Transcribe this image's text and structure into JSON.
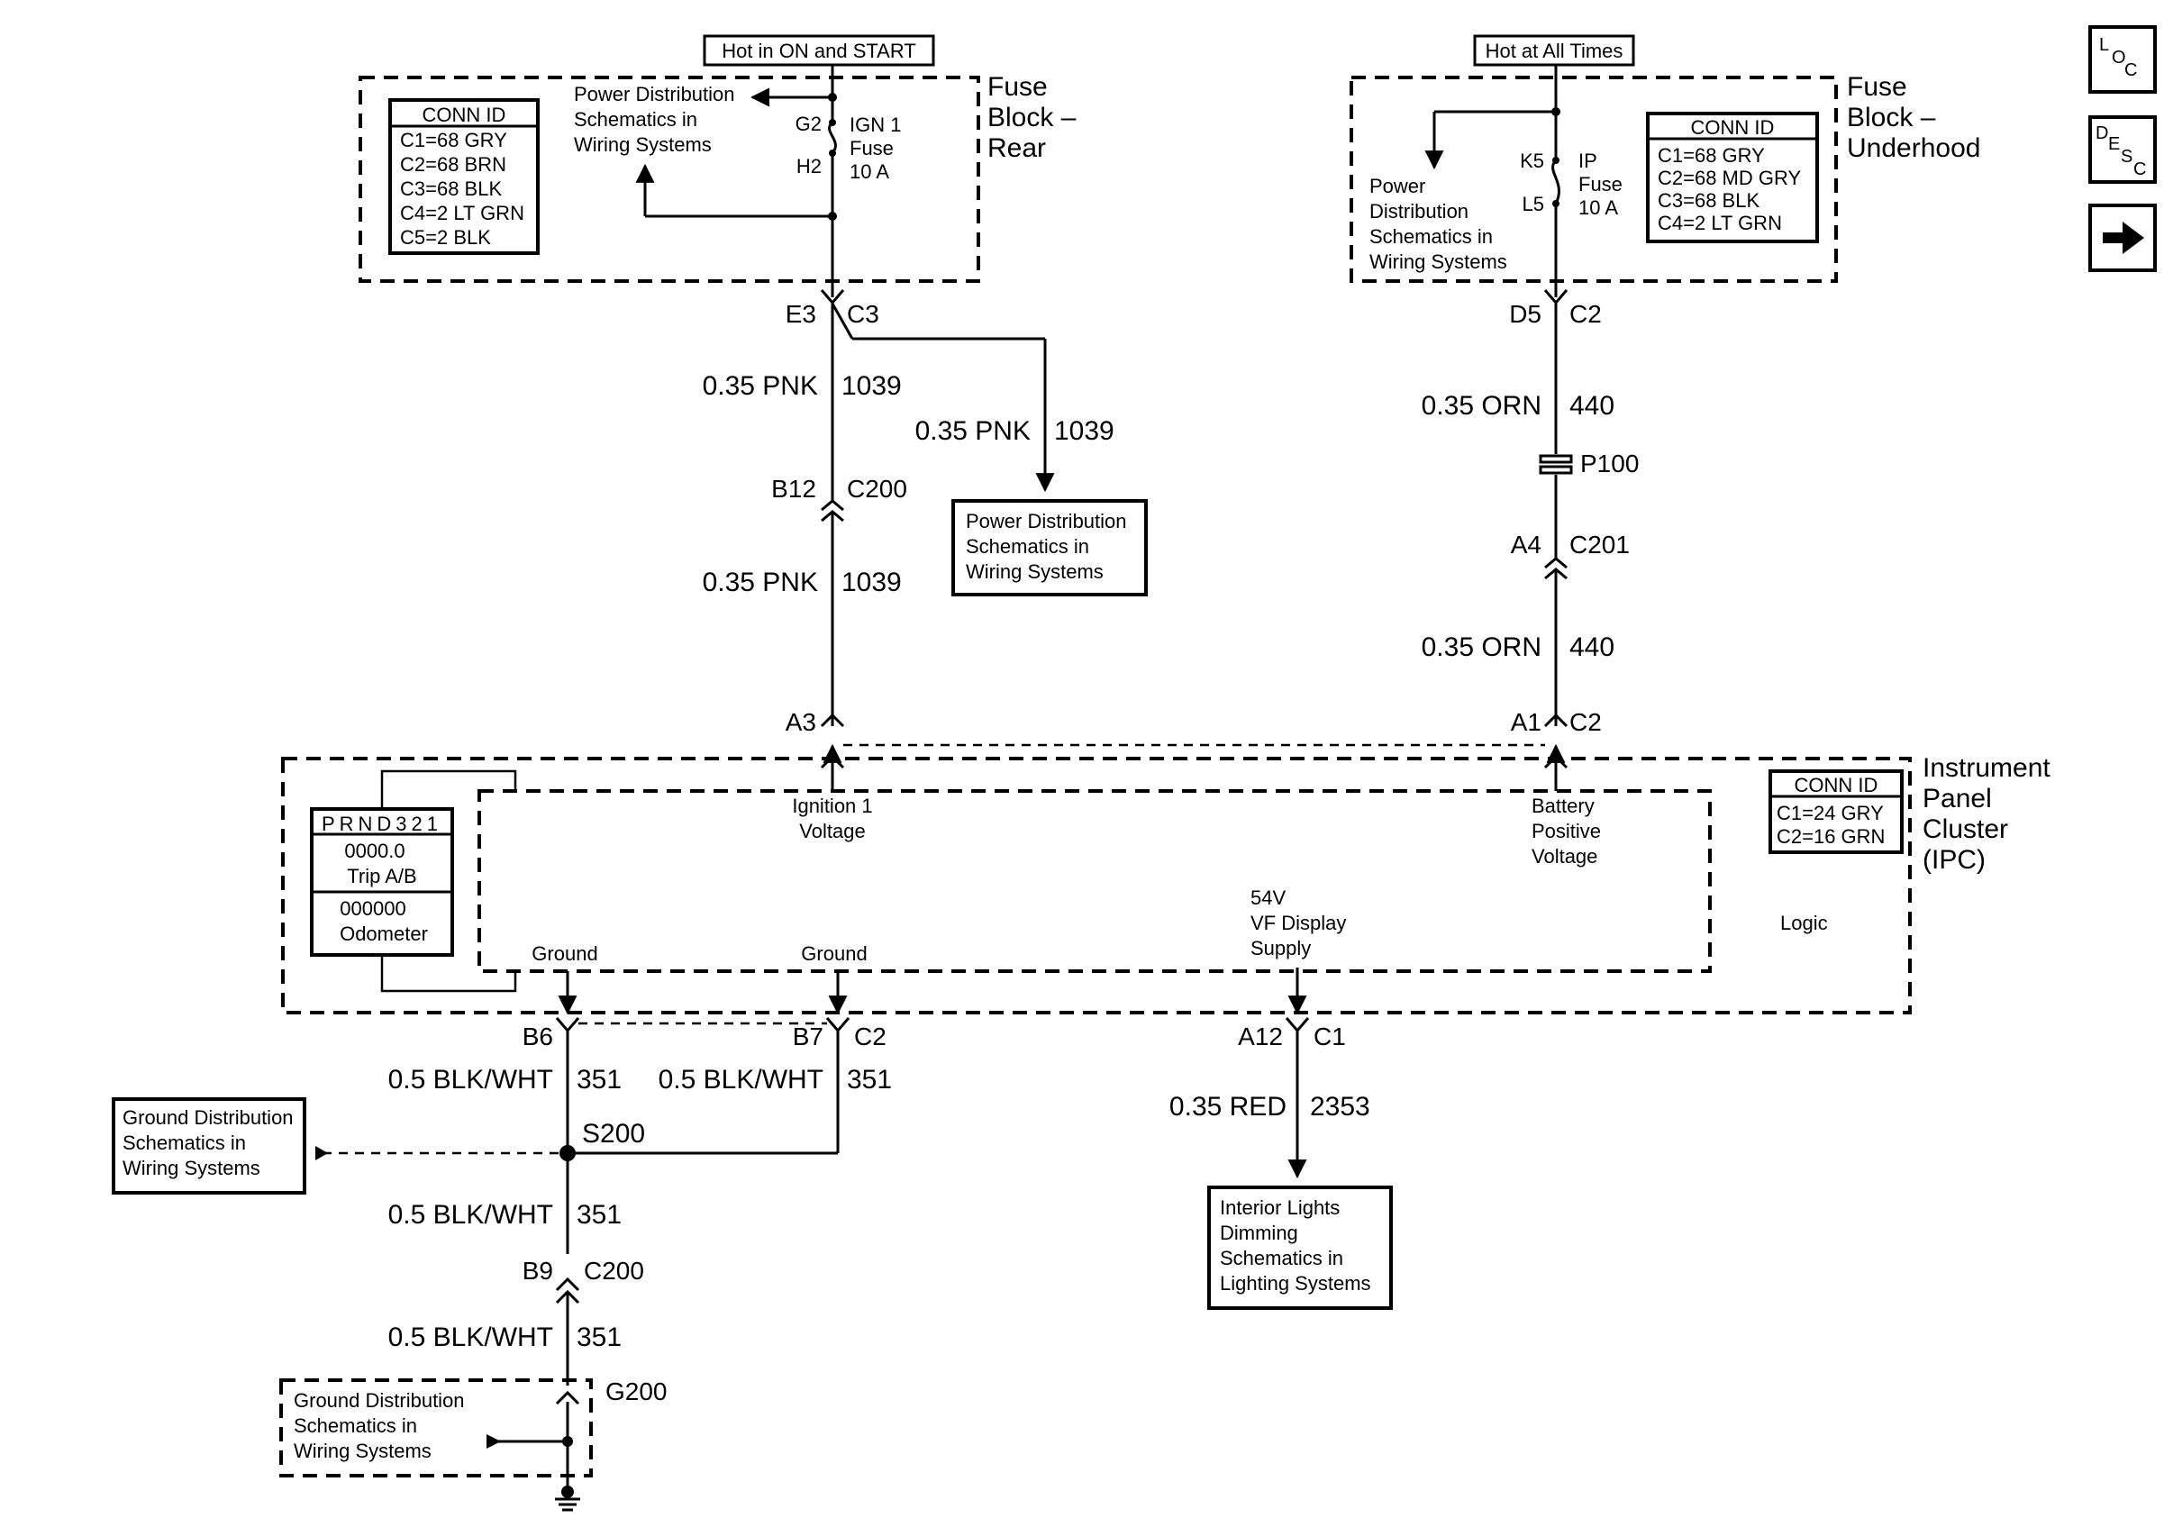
{
  "header": {
    "hot_on_start": "Hot in ON and START",
    "hot_all_times": "Hot at All Times"
  },
  "nav": {
    "loc_letters": [
      "L",
      "O",
      "C"
    ],
    "desc_letters": [
      "D",
      "E",
      "S",
      "C"
    ],
    "next_icon": "right-arrow-icon"
  },
  "fuse_rear": {
    "title": [
      "Fuse",
      "Block –",
      "Rear"
    ],
    "conn_title": "CONN ID",
    "conn_rows": [
      "C1=68 GRY",
      "C2=68 BRN",
      "C3=68 BLK",
      "C4=2 LT GRN",
      "C5=2 BLK"
    ],
    "pd_ref": [
      "Power Distribution",
      "Schematics in",
      "Wiring Systems"
    ],
    "pin_g2": "G2",
    "pin_h2": "H2",
    "fuse": [
      "IGN 1",
      "Fuse",
      "10 A"
    ]
  },
  "fuse_underhood": {
    "title": [
      "Fuse",
      "Block –",
      "Underhood"
    ],
    "conn_title": "CONN ID",
    "conn_rows": [
      "C1=68 GRY",
      "C2=68 MD GRY",
      "C3=68 BLK",
      "C4=2 LT GRN"
    ],
    "pd_ref": [
      "Power",
      "Distribution",
      "Schematics in",
      "Wiring Systems"
    ],
    "pin_k5": "K5",
    "pin_l5": "L5",
    "fuse": [
      "IP",
      "Fuse",
      "10 A"
    ]
  },
  "left_circuit": {
    "e3": "E3",
    "c3": "C3",
    "wire1": "0.35 PNK",
    "circ1": "1039",
    "branch_wire": "0.35 PNK",
    "branch_circ": "1039",
    "b12": "B12",
    "c200": "C200",
    "wire2": "0.35 PNK",
    "circ2": "1039",
    "a3": "A3",
    "pd_box": [
      "Power Distribution",
      "Schematics in",
      "Wiring Systems"
    ]
  },
  "right_circuit": {
    "d5": "D5",
    "c2": "C2",
    "wire1": "0.35 ORN",
    "circ1": "440",
    "p100": "P100",
    "a4": "A4",
    "c201": "C201",
    "wire2": "0.35 ORN",
    "circ2": "440",
    "a1": "A1",
    "c2b": "C2"
  },
  "ipc": {
    "title": [
      "Instrument",
      "Panel",
      "Cluster",
      "(IPC)"
    ],
    "conn_title": "CONN ID",
    "conn_rows": [
      "C1=24 GRY",
      "C2=16 GRN"
    ],
    "prnd": "PRND321",
    "trip_value": "0000.0",
    "trip_label": "Trip A/B",
    "odo_value": "000000",
    "odo_label": "Odometer",
    "ign_voltage": [
      "Ignition 1",
      "Voltage"
    ],
    "batt_voltage": [
      "Battery",
      "Positive",
      "Voltage"
    ],
    "vf_supply": [
      "54V",
      "VF Display",
      "Supply"
    ],
    "logic": "Logic",
    "ground1": "Ground",
    "ground2": "Ground"
  },
  "bottom": {
    "b6": "B6",
    "b7": "B7",
    "c2": "C2",
    "a12": "A12",
    "c1": "C1",
    "wire_b6": "0.5 BLK/WHT",
    "circ_b6": "351",
    "wire_b7": "0.5 BLK/WHT",
    "circ_b7": "351",
    "s200": "S200",
    "wire_s200": "0.5 BLK/WHT",
    "circ_s200": "351",
    "b9": "B9",
    "c200": "C200",
    "wire_b9": "0.5 BLK/WHT",
    "circ_b9": "351",
    "g200": "G200",
    "wire_red": "0.35 RED",
    "circ_red": "2353",
    "gd_ref1": [
      "Ground Distribution",
      "Schematics in",
      "Wiring Systems"
    ],
    "gd_ref2": [
      "Ground Distribution",
      "Schematics in",
      "Wiring Systems"
    ],
    "interior_lights": [
      "Interior Lights",
      "Dimming",
      "Schematics in",
      "Lighting Systems"
    ]
  }
}
